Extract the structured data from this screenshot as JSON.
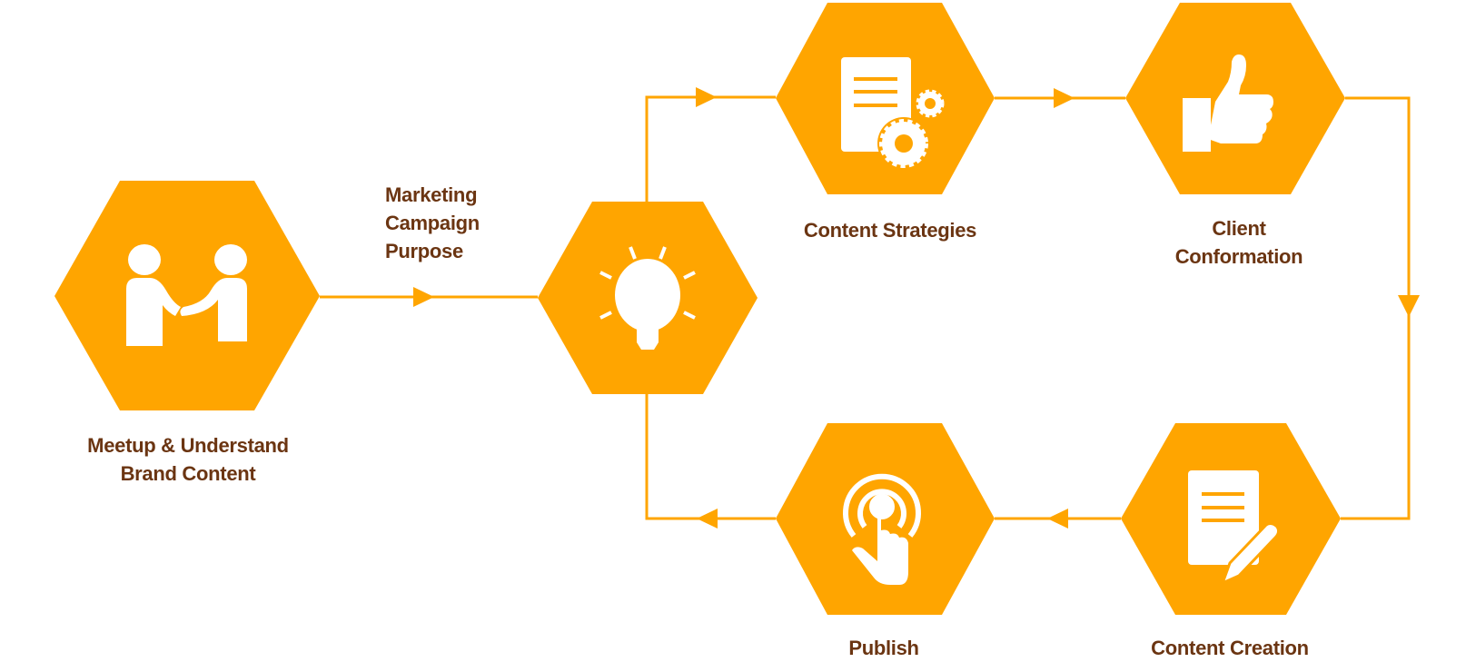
{
  "colors": {
    "accent": "#FFA500",
    "text": "#6B3512",
    "icon": "#FFFFFF"
  },
  "edge_label": {
    "lines": [
      "Marketing",
      "Campaign",
      "Purpose"
    ]
  },
  "steps": [
    {
      "id": "meetup",
      "icon": "handshake-icon",
      "lines": [
        "Meetup & Understand",
        "Brand Content"
      ]
    },
    {
      "id": "idea",
      "icon": "lightbulb-icon",
      "lines": []
    },
    {
      "id": "strategies",
      "icon": "document-gears-icon",
      "lines": [
        "Content Strategies"
      ]
    },
    {
      "id": "client",
      "icon": "thumbs-up-icon",
      "lines": [
        "Client",
        "Conformation"
      ]
    },
    {
      "id": "creation",
      "icon": "document-pencil-icon",
      "lines": [
        "Content Creation"
      ]
    },
    {
      "id": "publish",
      "icon": "touch-tap-icon",
      "lines": [
        "Publish"
      ]
    }
  ]
}
